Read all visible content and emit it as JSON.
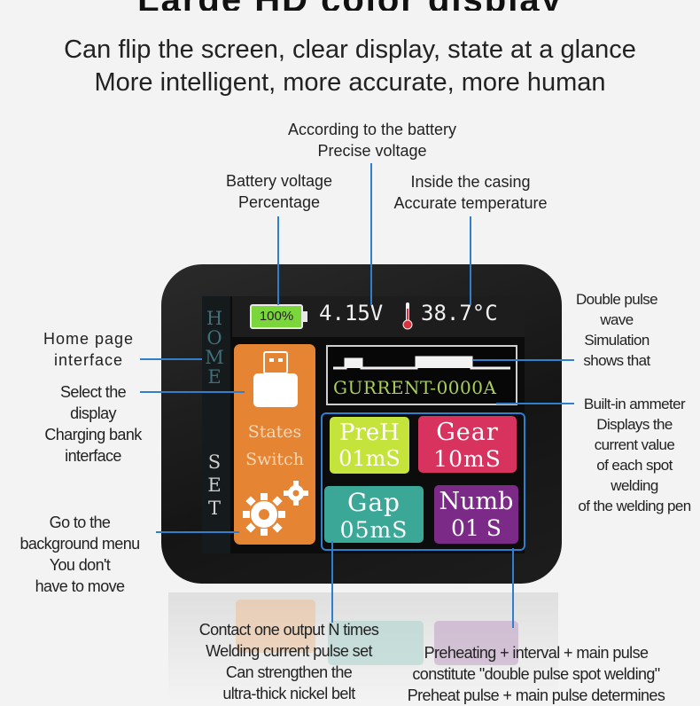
{
  "header": {
    "cut_title": "Large HD color display",
    "line1": "Can flip the screen, clear display, state at a glance",
    "line2": "More intelligent, more accurate, more human"
  },
  "callouts": {
    "battery_precise": [
      "According to the battery",
      "Precise voltage"
    ],
    "battery_pct": [
      "Battery voltage",
      "Percentage"
    ],
    "casing_temp": [
      "Inside the casing",
      "Accurate temperature"
    ],
    "home_page": [
      "Home page",
      "interface"
    ],
    "select_display": [
      "Select the",
      "display",
      "Charging bank",
      "interface"
    ],
    "background_menu": [
      "Go to the",
      "background menu",
      "You don't",
      "have to move"
    ],
    "double_pulse": [
      "Double pulse",
      "wave",
      "Simulation",
      "shows that"
    ],
    "ammeter": [
      "Built-in ammeter",
      "Displays the",
      "current value",
      "of each spot",
      "welding",
      "of the welding pen"
    ],
    "contact_output": [
      "Contact one output N times",
      "Welding current pulse set",
      "Can strengthen the",
      "ultra-thick nickel belt"
    ],
    "preheating": [
      "Preheating + interval + main pulse",
      "constitute \"double pulse spot welding\"",
      "Preheat pulse + main pulse determines"
    ]
  },
  "screen": {
    "battery": "100%",
    "voltage": "4.15V",
    "temperature": "38.7°C",
    "home_label": [
      "H",
      "O",
      "M",
      "E"
    ],
    "set_label": [
      "S",
      "E",
      "T"
    ],
    "states_switch": [
      "States",
      "Switch"
    ],
    "current": "GURRENT-0000A",
    "tiles": {
      "preh": [
        "PreH",
        "01mS"
      ],
      "gear": [
        "Gear",
        "10mS"
      ],
      "gap": [
        "Gap",
        "05mS"
      ],
      "numb": [
        "Numb",
        "01 S"
      ]
    }
  },
  "colors": {
    "accent_line": "#2f7fce",
    "orange": "#e58433",
    "lime": "#c4e43c",
    "pink": "#d8325f",
    "teal": "#3aa797",
    "purple": "#7b2a87",
    "battery_green": "#7ad63a"
  },
  "icons": [
    "battery-icon",
    "thermometer-icon",
    "usb-icon",
    "gears-icon"
  ]
}
